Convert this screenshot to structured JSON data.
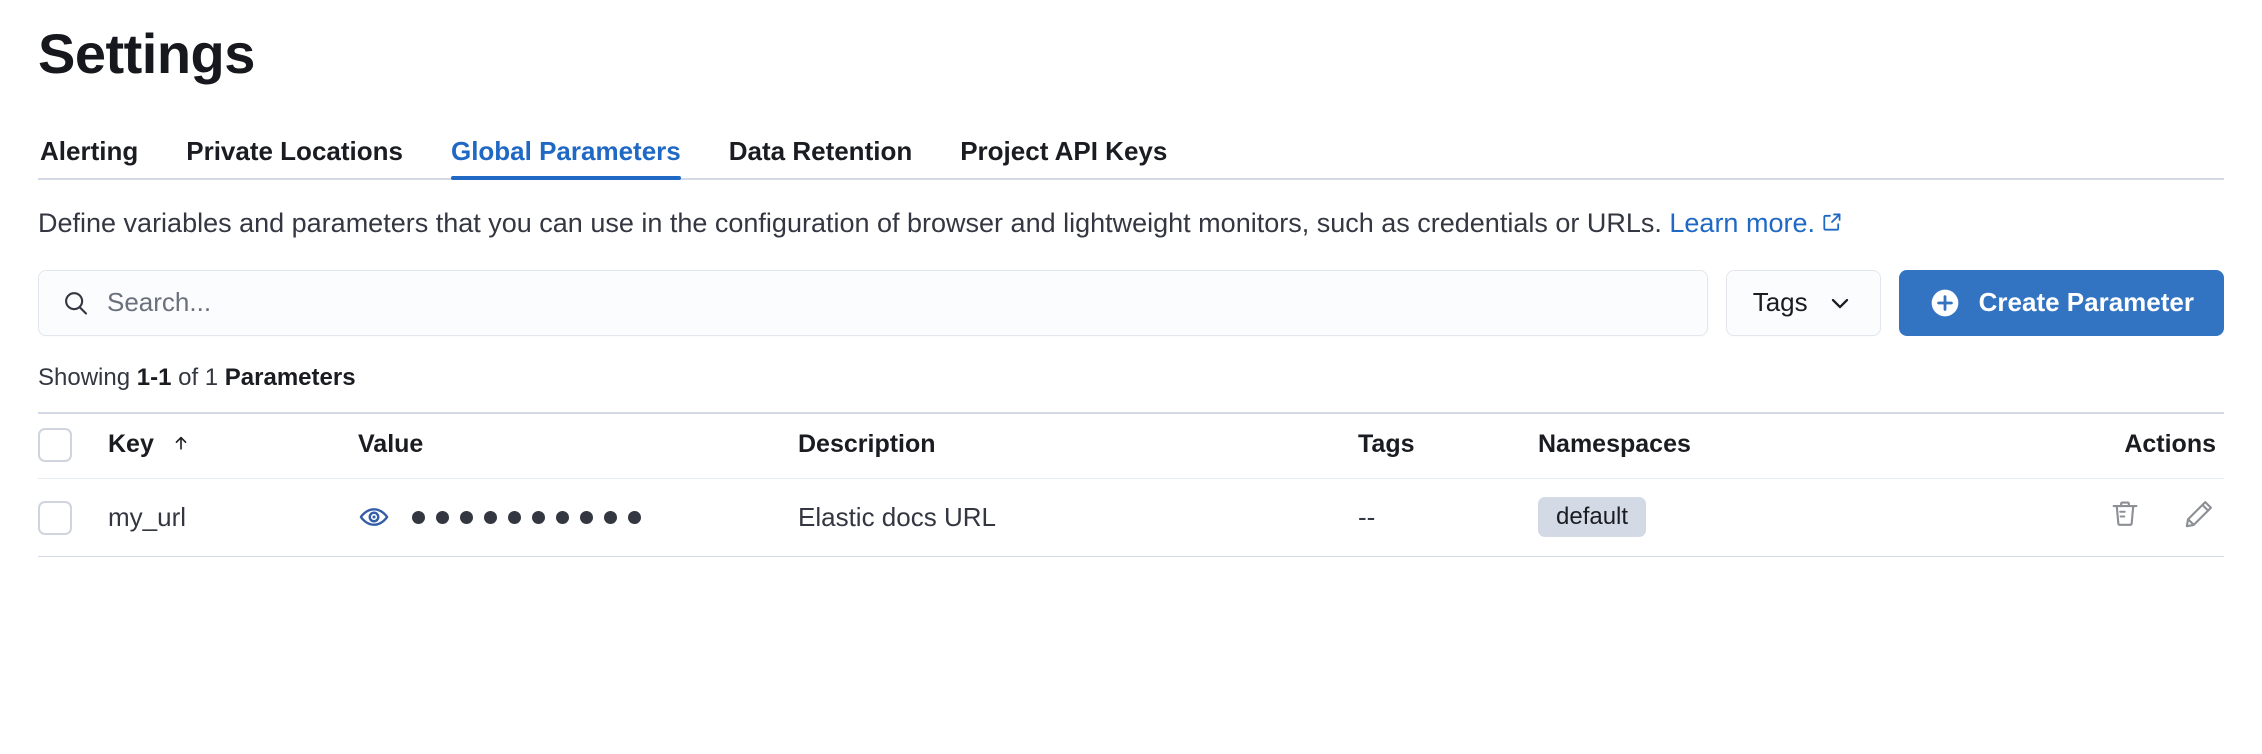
{
  "header": {
    "title": "Settings"
  },
  "tabs": [
    {
      "label": "Alerting",
      "active": false
    },
    {
      "label": "Private Locations",
      "active": false
    },
    {
      "label": "Global Parameters",
      "active": true
    },
    {
      "label": "Data Retention",
      "active": false
    },
    {
      "label": "Project API Keys",
      "active": false
    }
  ],
  "description": {
    "text": "Define variables and parameters that you can use in the configuration of browser and lightweight monitors, such as credentials or URLs.",
    "link_label": "Learn more.",
    "link_icon": "external-link-icon"
  },
  "controls": {
    "search": {
      "placeholder": "Search...",
      "value": "",
      "icon": "search-icon"
    },
    "tags_filter": {
      "label": "Tags",
      "icon": "chevron-down-icon"
    },
    "create_button": {
      "label": "Create Parameter",
      "icon": "plus-circle-icon",
      "color": "#3273c2"
    }
  },
  "results_summary": {
    "prefix": "Showing ",
    "range": "1-1",
    "middle": " of 1 ",
    "entity": "Parameters"
  },
  "table": {
    "columns": [
      {
        "key": "select",
        "label": ""
      },
      {
        "key": "key",
        "label": "Key",
        "sort": "asc",
        "sort_icon": "arrow-up-icon"
      },
      {
        "key": "value",
        "label": "Value"
      },
      {
        "key": "description",
        "label": "Description"
      },
      {
        "key": "tags",
        "label": "Tags"
      },
      {
        "key": "namespaces",
        "label": "Namespaces"
      },
      {
        "key": "actions",
        "label": "Actions"
      }
    ],
    "rows": [
      {
        "selected": false,
        "key": "my_url",
        "value_masked": true,
        "value_mask_dots": 10,
        "value_toggle_icon": "eye-icon",
        "description": "Elastic docs URL",
        "tags": "--",
        "namespaces": [
          "default"
        ],
        "actions": [
          {
            "name": "delete",
            "icon": "trash-icon"
          },
          {
            "name": "edit",
            "icon": "pencil-icon"
          }
        ]
      }
    ]
  },
  "colors": {
    "accent": "#1f68c4",
    "primary_button": "#3273c2",
    "badge_bg": "#d3dae6",
    "border": "#d3dae6",
    "text": "#343741",
    "eye_icon": "#345da8"
  }
}
